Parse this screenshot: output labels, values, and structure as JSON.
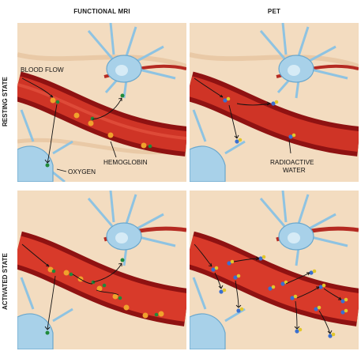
{
  "columns": [
    "FUNCTIONAL MRI",
    "PET"
  ],
  "rows": [
    "RESTING STATE",
    "ACTIVATED STATE"
  ],
  "labels": {
    "blood_flow": "BLOOD FLOW",
    "oxygen": "OXYGEN",
    "hemoglobin": "HEMOGLOBIN",
    "radioactive_water_1": "RADIOACTIVE",
    "radioactive_water_2": "WATER"
  },
  "colors": {
    "tissue": "#f3dcc0",
    "vessel": "#9e1515",
    "vessel_light": "#d83a2a",
    "neuron": "#a8d1e9",
    "neuron_edge": "#6aa7cc",
    "oxygen": "#1f8a3a",
    "hemoglobin": "#f0a22c"
  }
}
